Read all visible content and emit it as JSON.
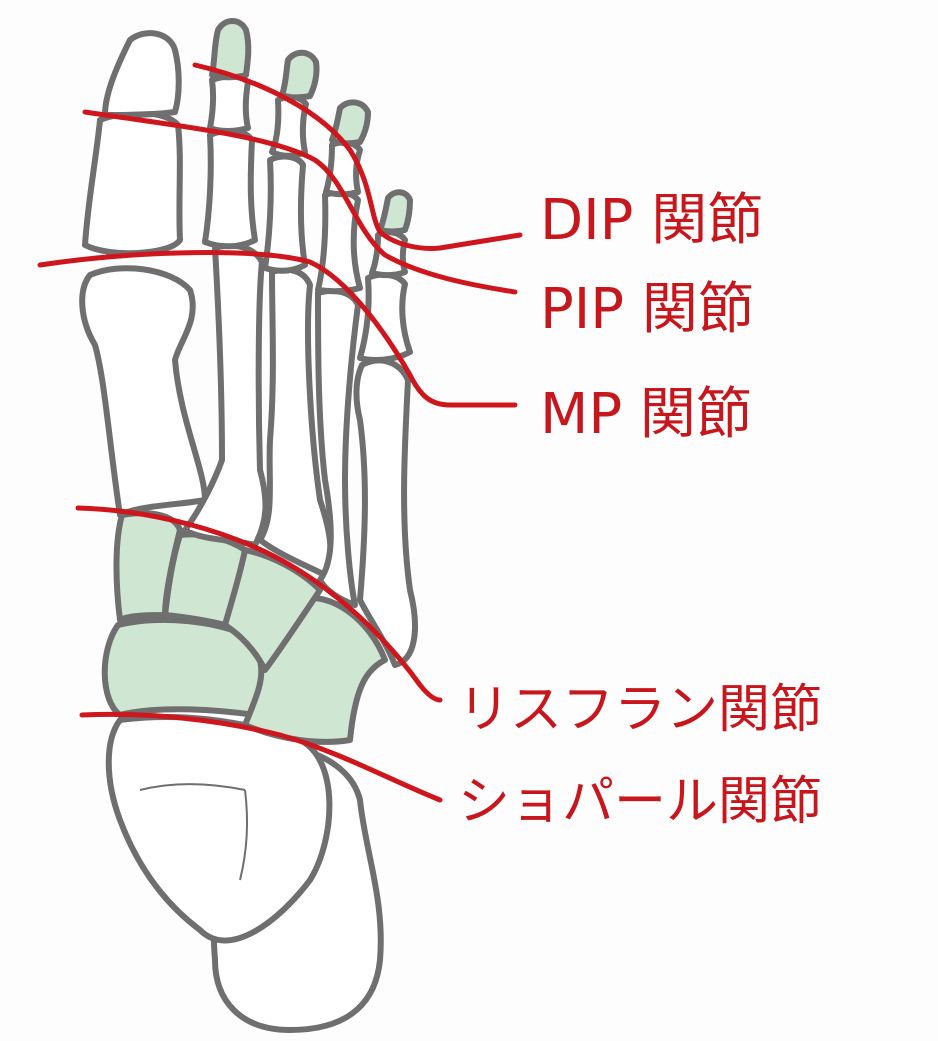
{
  "colors": {
    "line": "#d0161d",
    "bone_outline": "#6f6f6f",
    "tarsal_fill": "#cfe6d3",
    "text": "#c8161d"
  },
  "labels": {
    "dip": "DIP 関節",
    "pip": "PIP 関節",
    "mp": "MP 関節",
    "lisfranc": "リスフラン関節",
    "chopart": "ショパール関節"
  }
}
